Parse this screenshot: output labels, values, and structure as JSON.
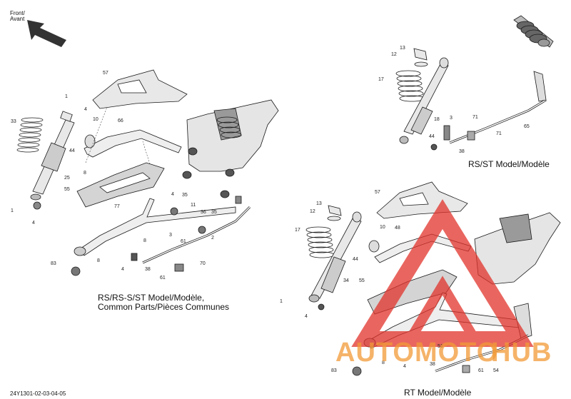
{
  "direction": {
    "line1": "Front/",
    "line2": "Avant"
  },
  "captions": {
    "left_line1": "RS/RS-S/ST Model/Modèle,",
    "left_line2": "Common Parts/Pièces Communes",
    "top_right": "RS/ST Model/Modèle",
    "bottom_right": "RT Model/Modèle"
  },
  "doc_code": "24Y1301-02-03-04-05",
  "watermark": {
    "part1": "AUTOMOTO",
    "part2": "HUB"
  },
  "callouts_left": [
    "57",
    "1",
    "4",
    "10",
    "66",
    "33",
    "44",
    "8",
    "25",
    "55",
    "4",
    "35",
    "11",
    "36",
    "35",
    "77",
    "1",
    "4",
    "8",
    "3",
    "61",
    "2",
    "83",
    "8",
    "4",
    "38",
    "61",
    "70"
  ],
  "callouts_top_right": [
    "13",
    "12",
    "17",
    "18",
    "3",
    "71",
    "44",
    "38",
    "71",
    "65"
  ],
  "callouts_bottom_right": [
    "57",
    "13",
    "12",
    "10",
    "48",
    "17",
    "44",
    "34",
    "55",
    "1",
    "4",
    "51",
    "8",
    "38",
    "4",
    "83",
    "61",
    "54"
  ],
  "colors": {
    "watermark_red": "#e2332b",
    "watermark_orange": "#f29a37",
    "line": "#1a1a1a",
    "part_fill": "#e8e8e8",
    "dark_fill": "#9a9a9a"
  }
}
